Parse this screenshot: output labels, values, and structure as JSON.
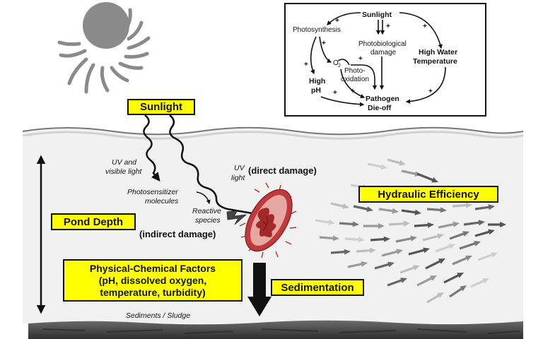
{
  "labels": {
    "sunlight": "Sunlight",
    "pond_depth": "Pond Depth",
    "hydraulic_efficiency": "Hydraulic Efficiency",
    "sedimentation": "Sedimentation",
    "phys_chem_title": "Physical-Chemical Factors",
    "phys_chem_line2": "(pH, dissolved oxygen,",
    "phys_chem_line3": "temperature, turbidity)"
  },
  "annotations": {
    "uv_visible_1": "UV and",
    "uv_visible_2": "visible light",
    "uv_1": "UV",
    "uv_2": "light",
    "direct_damage": "(direct damage)",
    "photosensitizer_1": "Photosensitizer",
    "photosensitizer_2": "molecules",
    "reactive_1": "Reactive",
    "reactive_2": "species",
    "indirect_damage": "(indirect damage)",
    "sediments": "Sediments / Sludge"
  },
  "inset": {
    "sunlight": "Sunlight",
    "photosynthesis": "Photosynthesis",
    "photobiological_1": "Photobiological",
    "photobiological_2": "damage",
    "high_water_1": "High Water",
    "high_water_2": "Temperature",
    "o2": "O",
    "o2_sub": "2",
    "photo_ox_1": "Photo-",
    "photo_ox_2": "oxidation",
    "high_ph_1": "High",
    "high_ph_2": "pH",
    "pathogen_1": "Pathogen",
    "pathogen_2": "Die-off",
    "plus": "+"
  },
  "colors": {
    "highlight": "#ffff00",
    "water": "#f1f1f1",
    "sun": "#8a8a8a",
    "bacterium": "#c0393b",
    "sediment": "#4a4a4a"
  }
}
